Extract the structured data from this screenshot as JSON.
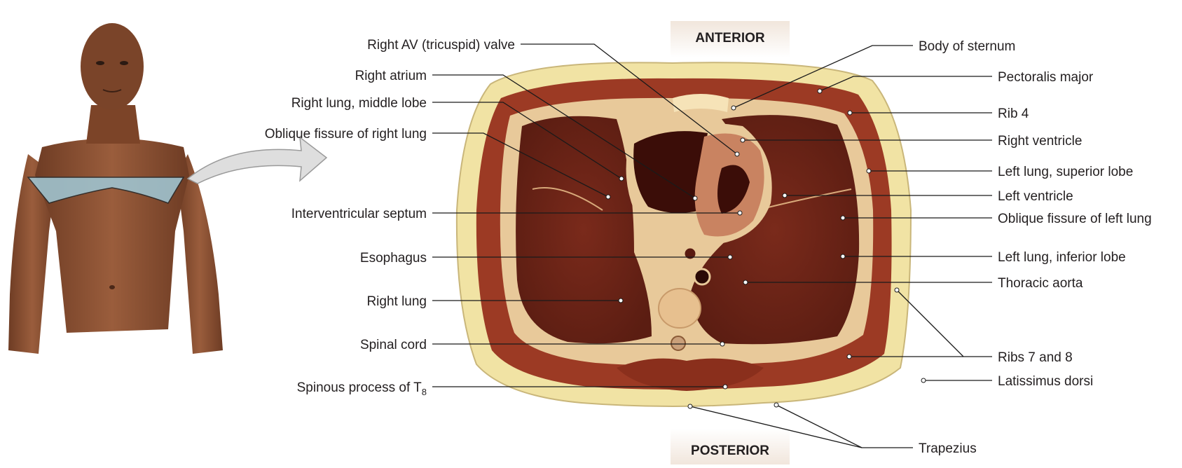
{
  "orientation": {
    "top": "ANTERIOR",
    "bottom": "POSTERIOR"
  },
  "labels_left": [
    "Right AV (tricuspid) valve",
    "Right atrium",
    "Right lung, middle lobe",
    "Oblique fissure of right lung",
    "Interventricular septum",
    "Esophagus",
    "Right lung",
    "Spinal cord"
  ],
  "spinous": {
    "text": "Spinous process of T",
    "subscript": "8"
  },
  "labels_right": [
    "Body of sternum",
    "Pectoralis major",
    "Rib 4",
    "Right ventricle",
    "Left lung, superior lobe",
    "Left ventricle",
    "Oblique fissure of left lung",
    "Left lung, inferior lobe",
    "Thoracic aorta",
    "Ribs 7 and 8",
    "Latissimus dorsi",
    "Trapezius"
  ],
  "colors": {
    "fat": "#f1e3a4",
    "muscle": "#9c3a24",
    "lung": "#6e2317",
    "heart_chamber": "#3b0d08",
    "myocardium": "#c98361",
    "skin": "#8a5236",
    "plane": "#9fc3cf"
  }
}
